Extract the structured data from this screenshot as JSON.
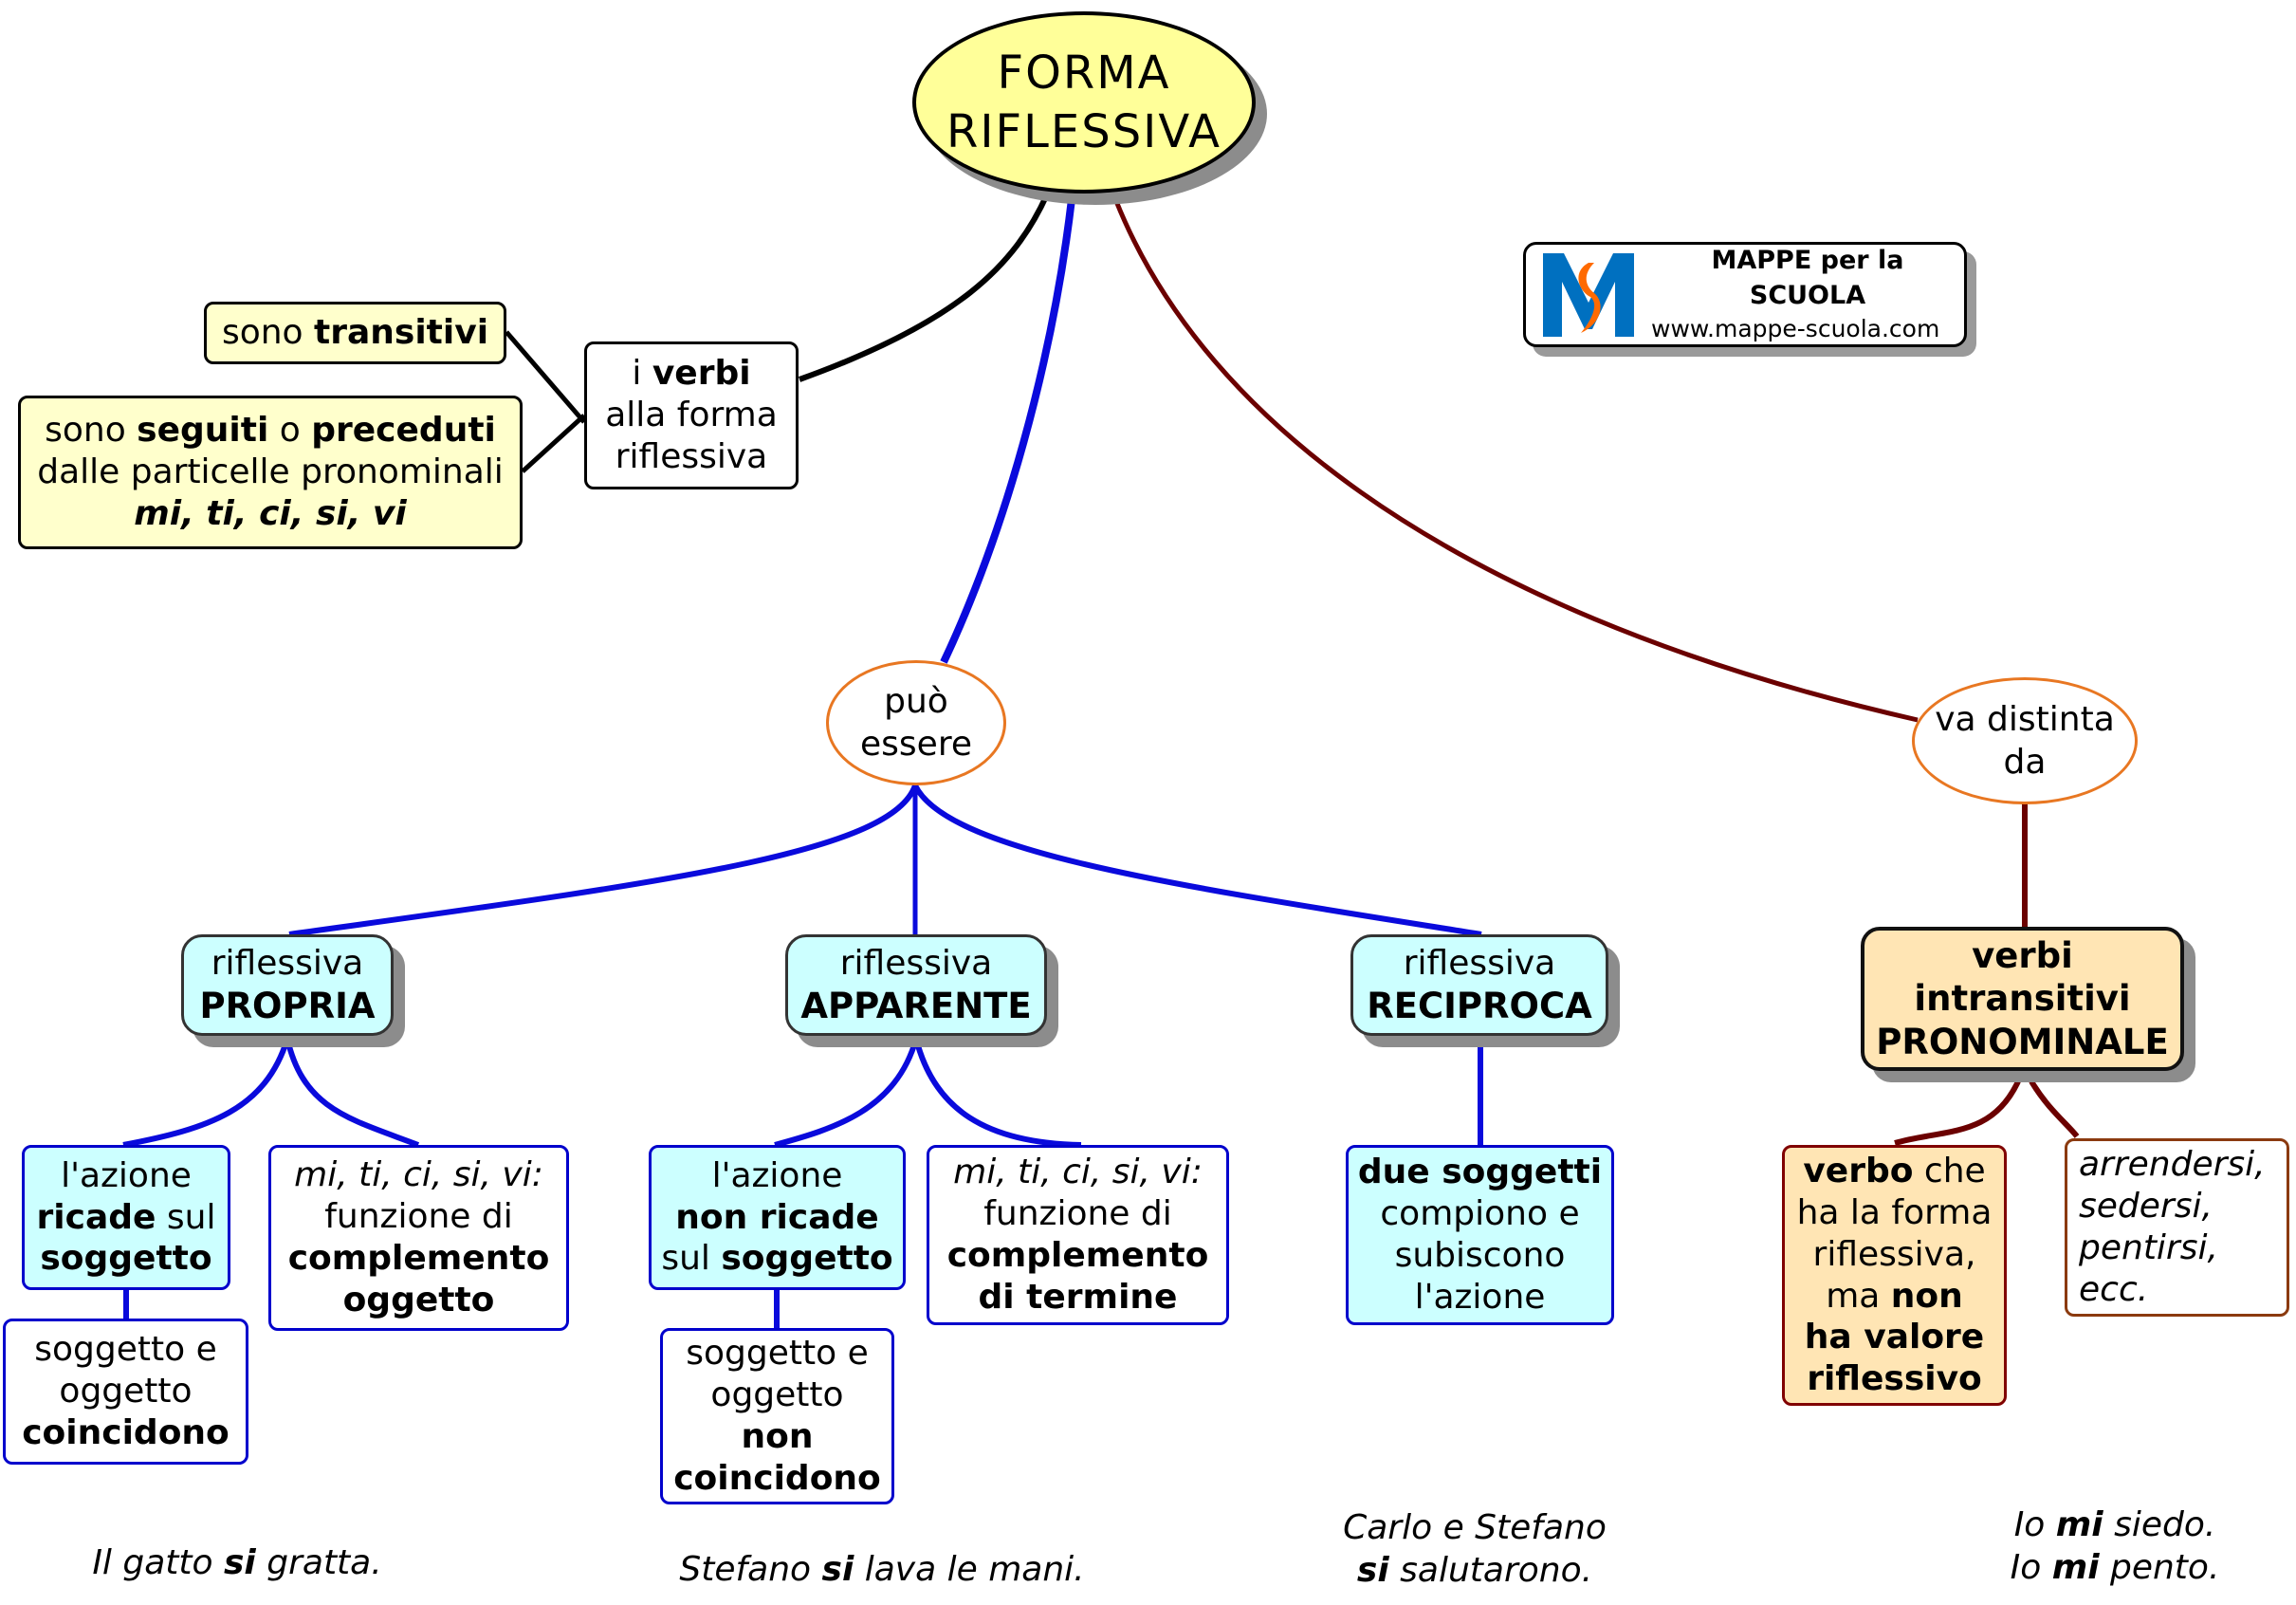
{
  "title": {
    "line1": "FORMA",
    "line2": "RIFLESSIVA"
  },
  "logo": {
    "brand": "MAPPE per la SCUOLA",
    "url": "www.mappe-scuola.com",
    "colors": {
      "blue": "#0070c0",
      "orange": "#ff6a00"
    }
  },
  "left_branch": {
    "verbs_node": {
      "pre": "i ",
      "bold": "verbi",
      "line2": "alla forma",
      "line3": "riflessiva"
    },
    "transitive": {
      "pre": "sono ",
      "bold": "transitivi"
    },
    "particles": {
      "pre": "sono ",
      "bold1": "seguiti",
      "mid": " o ",
      "bold2": "preceduti",
      "line2": "dalle particelle pronominali",
      "line3": "mi, ti, ci, si, vi"
    }
  },
  "center_branch": {
    "link_label": {
      "line1": "può",
      "line2": "essere"
    },
    "types": [
      {
        "line1": "riflessiva",
        "line2": "PROPRIA"
      },
      {
        "line1": "riflessiva",
        "line2": "APPARENTE"
      },
      {
        "line1": "riflessiva",
        "line2": "RECIPROCA"
      }
    ],
    "propria": {
      "action": {
        "line1": "l'azione",
        "bold1": "ricade",
        "rest1": " sul",
        "bold2": "soggetto"
      },
      "coincide": {
        "line1": "soggetto e",
        "line2": "oggetto",
        "bold": "coincidono"
      },
      "function": {
        "italic": "mi, ti, ci, si, vi:",
        "line2": "funzione di",
        "bold1": "complemento",
        "bold2": "oggetto"
      },
      "example": {
        "pre": "Il gatto ",
        "bold": "si",
        "post": " gratta."
      }
    },
    "apparente": {
      "action": {
        "line1": "l'azione",
        "bold1": "non ricade",
        "pre2": "sul ",
        "bold2": "soggetto"
      },
      "coincide": {
        "line1": "soggetto e",
        "line2": "oggetto",
        "bold1": "non",
        "bold2": "coincidono"
      },
      "function": {
        "italic": "mi, ti, ci, si, vi:",
        "line2": "funzione di",
        "bold1": "complemento",
        "bold2": "di termine"
      },
      "example": {
        "pre": "Stefano ",
        "bold": "si",
        "post": " lava le mani."
      }
    },
    "reciproca": {
      "desc": {
        "bold": "due soggetti",
        "line2": "compiono e",
        "line3": "subiscono",
        "line4": "l'azione"
      },
      "example": {
        "line1": "Carlo e Stefano",
        "bold": "si",
        "post": " salutarono."
      }
    }
  },
  "right_branch": {
    "link_label": {
      "line1": "va distinta",
      "line2": "da"
    },
    "pronominal": {
      "line1": "verbi",
      "line2": "intransitivi",
      "line3": "PRONOMINALE"
    },
    "definition": {
      "bold1": "verbo",
      "rest1": " che",
      "line2": "ha la forma",
      "line3": "riflessiva,",
      "pre4": "ma ",
      "bold4": "non",
      "bold5": "ha valore",
      "bold6": "riflessivo"
    },
    "examples_list": [
      "arrendersi,",
      "sedersi,",
      "pentirsi,",
      "ecc."
    ],
    "examples": [
      {
        "pre": "Io ",
        "bold": "mi",
        "post": " siedo."
      },
      {
        "pre": "Io ",
        "bold": "mi",
        "post": " pento."
      }
    ]
  },
  "colors": {
    "left_link": "#000000",
    "center_link": "#0a0adc",
    "right_link": "#6b0000",
    "label_ellipse_border": "#e87722",
    "title_fill": "#ffff99"
  }
}
